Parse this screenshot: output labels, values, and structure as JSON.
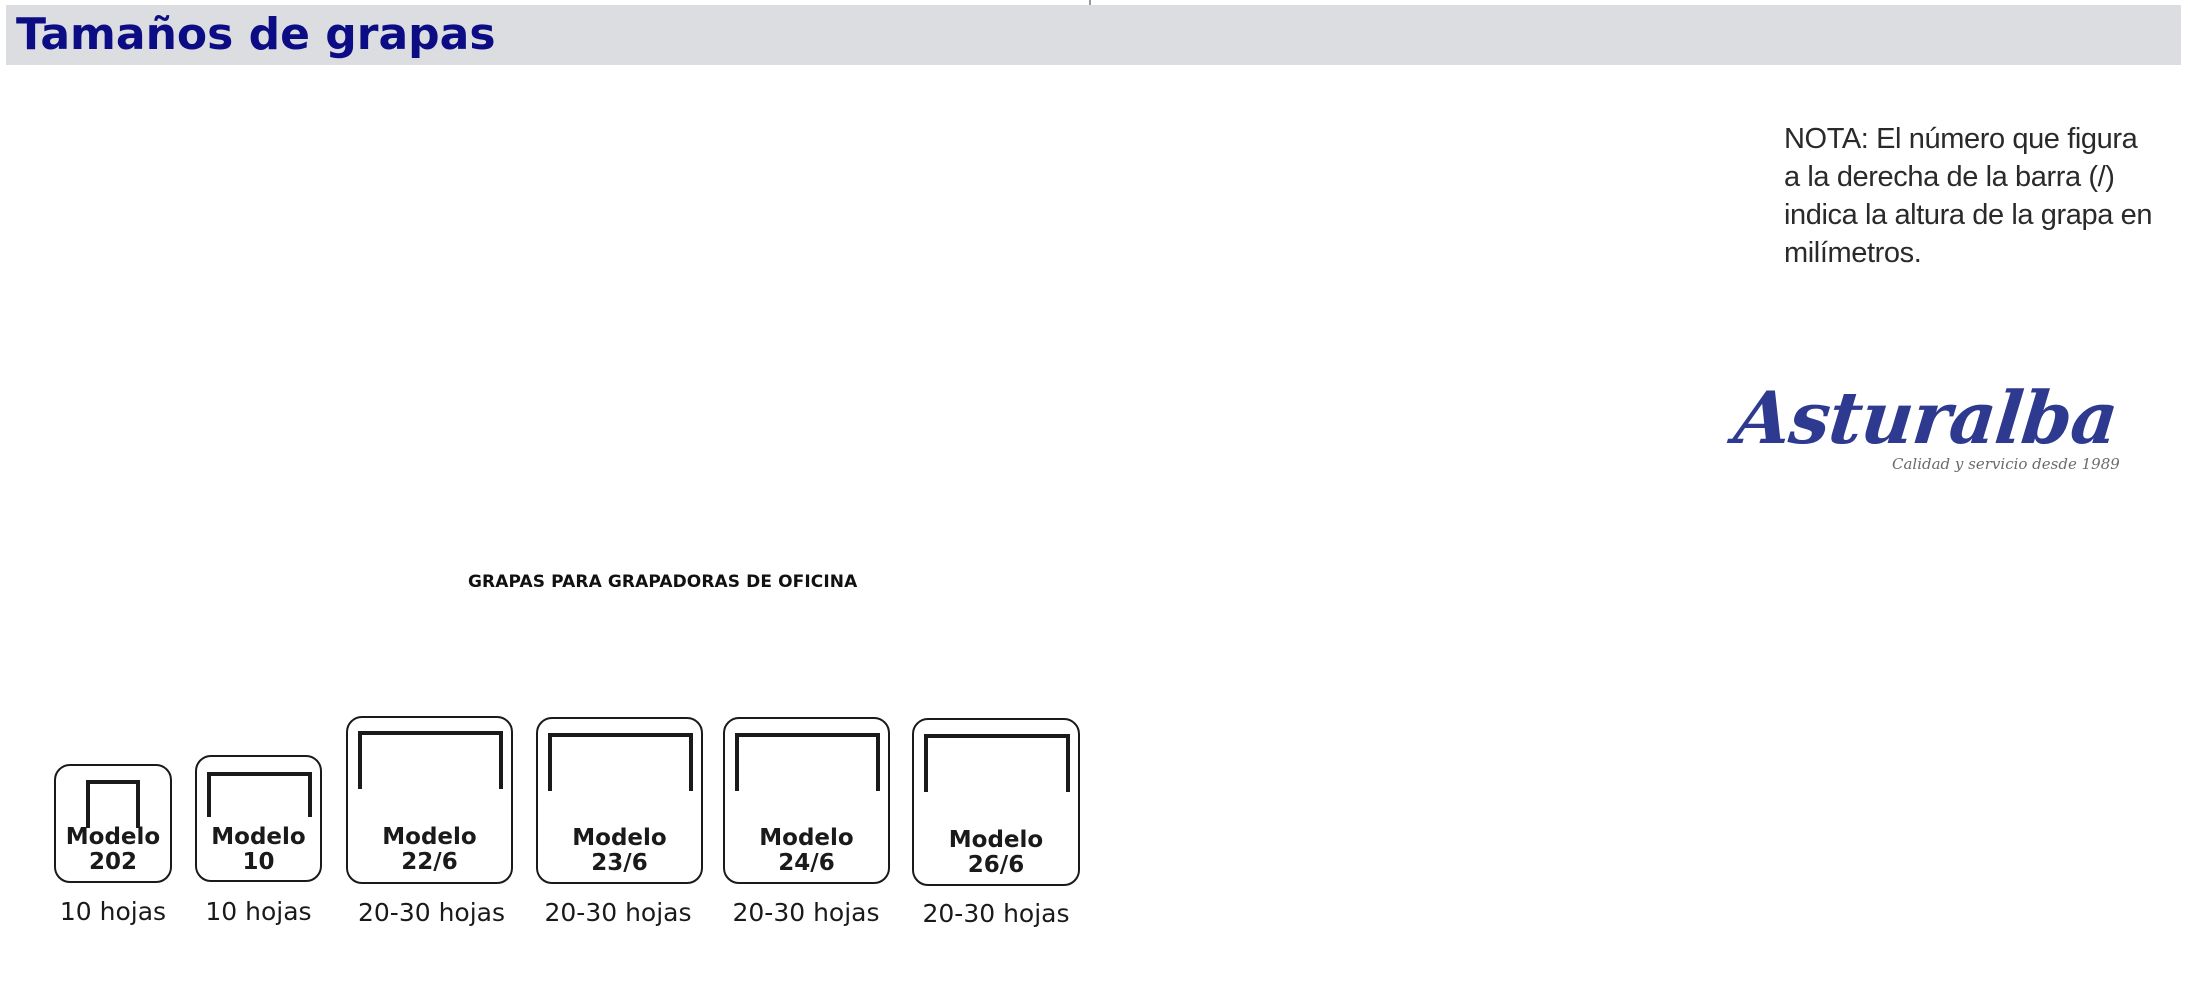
{
  "header": {
    "title": "Tamaños de grapas"
  },
  "note": {
    "lines": [
      "NOTA: El número que figura",
      "a la derecha de la barra (/)",
      "indica la altura de la grapa en",
      "milímetros."
    ]
  },
  "logo": {
    "name": "Asturalba",
    "slogan": "Calidad y servicio desde 1989"
  },
  "section": {
    "title": "GRAPAS PARA GRAPADORAS DE OFICINA"
  },
  "staples": [
    {
      "line1": "Modelo",
      "line2": "202",
      "sheets": "10 hojas"
    },
    {
      "line1": "Modelo",
      "line2": "10",
      "sheets": "10 hojas"
    },
    {
      "line1": "Modelo",
      "line2": "22/6",
      "sheets": "20-30 hojas"
    },
    {
      "line1": "Modelo",
      "line2": "23/6",
      "sheets": "20-30 hojas"
    },
    {
      "line1": "Modelo",
      "line2": "24/6",
      "sheets": "20-30 hojas"
    },
    {
      "line1": "Modelo",
      "line2": "26/6",
      "sheets": "20-30 hojas"
    }
  ],
  "colors": {
    "title": "#0c0c84",
    "header_bar": "#dcdde0",
    "logo": "#2e3a8f"
  }
}
